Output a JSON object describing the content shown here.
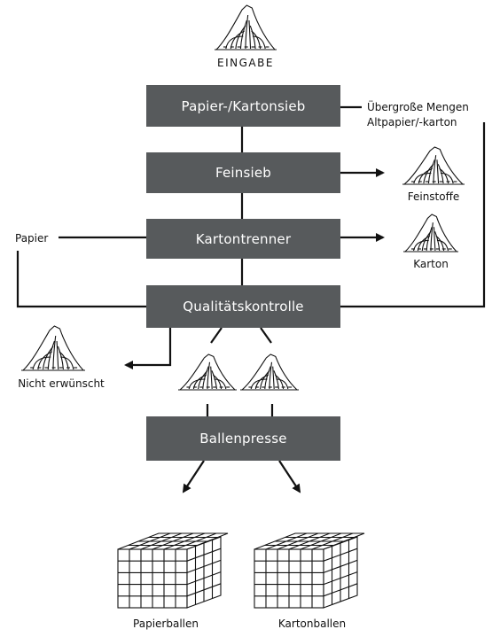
{
  "diagram": {
    "input_label": "EINGABE",
    "boxes": {
      "paper_carton_screen": "Papier-/Kartonsieb",
      "fine_screen": "Feinsieb",
      "carton_separator": "Kartontrenner",
      "quality_control": "Qualitätskontrolle",
      "baling_press": "Ballenpresse"
    },
    "side_labels": {
      "oversize_line1": "Übergroße Mengen",
      "oversize_line2": "Altpapier/-karton",
      "paper": "Papier"
    },
    "outputs": {
      "fines": "Feinstoffe",
      "carton": "Karton",
      "unwanted": "Nicht erwünscht",
      "paper_bales": "Papierballen",
      "carton_bales": "Kartonballen"
    },
    "colors": {
      "box_fill": "#575a5c",
      "box_text": "#ffffff",
      "line": "#111111"
    },
    "icons": [
      "pile-icon",
      "bale-icon",
      "arrow-icon"
    ]
  }
}
